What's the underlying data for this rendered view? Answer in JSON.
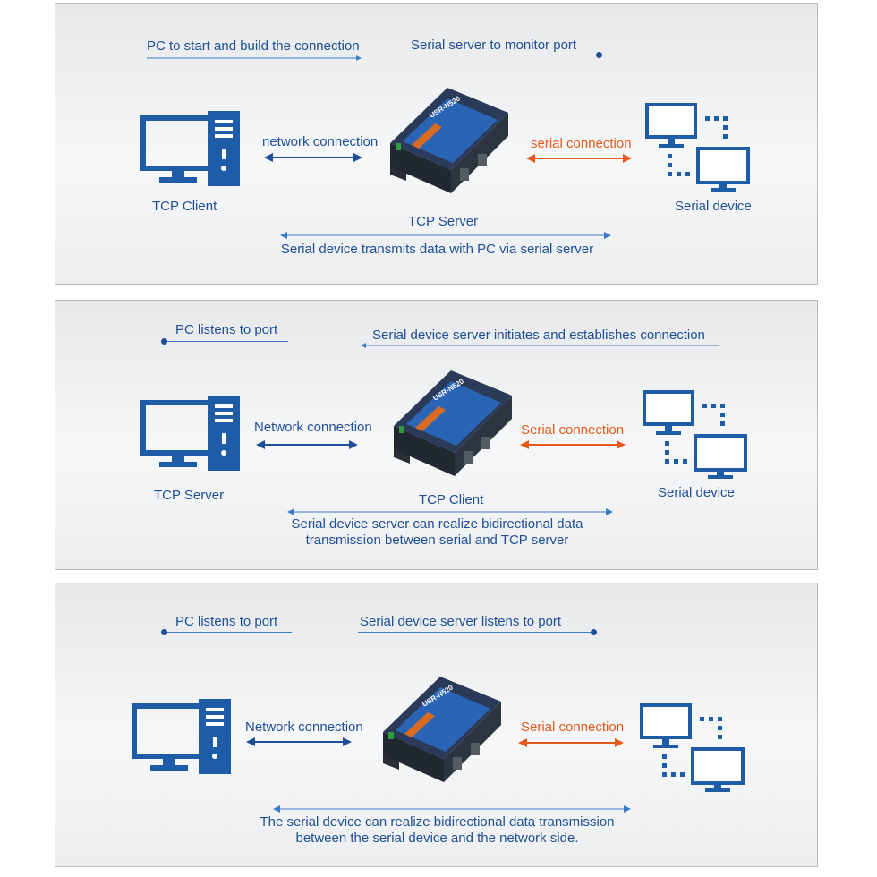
{
  "panels": [
    {
      "caption_left": "PC to start and build the connection",
      "caption_right": "Serial server to monitor port",
      "left_arrow_label": "network connection",
      "right_arrow_label": "serial connection",
      "pc_label": "TCP Client",
      "server_label": "TCP Server",
      "serial_label": "Serial device",
      "bottom_line1": "Serial device transmits data with PC via serial server",
      "bottom_line2": ""
    },
    {
      "caption_left": "PC listens to port",
      "caption_right": "Serial device server initiates and establishes connection",
      "left_arrow_label": "Network connection",
      "right_arrow_label": "Serial connection",
      "pc_label": "TCP Server",
      "server_label": "TCP Client",
      "serial_label": "Serial device",
      "bottom_line1": "Serial device server can realize bidirectional data",
      "bottom_line2": "transmission between serial and TCP server"
    },
    {
      "caption_left": "PC listens to port",
      "caption_right": "Serial device server listens to port",
      "left_arrow_label": "Network connection",
      "right_arrow_label": "Serial connection",
      "pc_label": "",
      "server_label": "",
      "serial_label": "",
      "bottom_line1": "The serial device can realize bidirectional data transmission",
      "bottom_line2": "between the serial device and the network side."
    }
  ],
  "device": {
    "model_label": "USR-N520"
  },
  "colors": {
    "accent_blue": "#1f4e96",
    "line_blue": "#3b7bc9",
    "icon_blue": "#1e5ca8",
    "serial_orange": "#e55a1b"
  },
  "icons": [
    "pc-tower-icon",
    "monitor-icon",
    "serial-device-server-icon",
    "double-arrow-icon"
  ]
}
